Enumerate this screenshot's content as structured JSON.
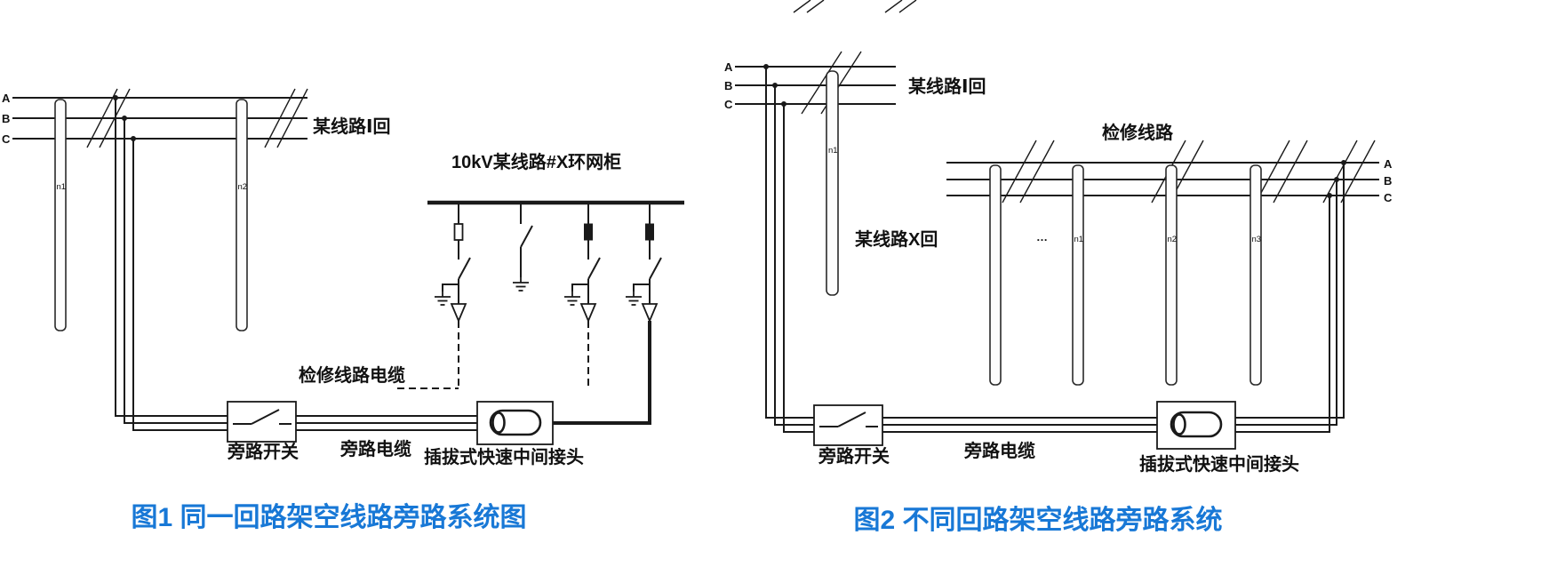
{
  "colors": {
    "diagram_ink": "#1a1a1a",
    "caption_blue": "#1878d6",
    "background": "#ffffff"
  },
  "fig1": {
    "phases": [
      "A",
      "B",
      "C"
    ],
    "pole1": "n1",
    "pole2": "n2",
    "circuit_label": "某线路Ⅰ回",
    "rmu_title": "10kV某线路#X环网柜",
    "maintenance_cable": "检修线路电缆",
    "bypass_switch": "旁路开关",
    "bypass_cable": "旁路电缆",
    "connector": "插拔式快速中间接头",
    "caption": "图1 同一回路架空线路旁路系统图"
  },
  "fig2": {
    "left_phases": [
      "A",
      "B",
      "C"
    ],
    "right_phases": [
      "A",
      "B",
      "C"
    ],
    "circuit1_label": "某线路Ⅰ回",
    "maintenance_line": "检修线路",
    "circuitx_label": "某线路X回",
    "pole1": "n1",
    "ellipsis": "…",
    "pole_n1": "n1",
    "pole_n2": "n2",
    "pole_n3": "n3",
    "bypass_switch": "旁路开关",
    "bypass_cable": "旁路电缆",
    "connector": "插拔式快速中间接头",
    "caption": "图2 不同回路架空线路旁路系统"
  }
}
